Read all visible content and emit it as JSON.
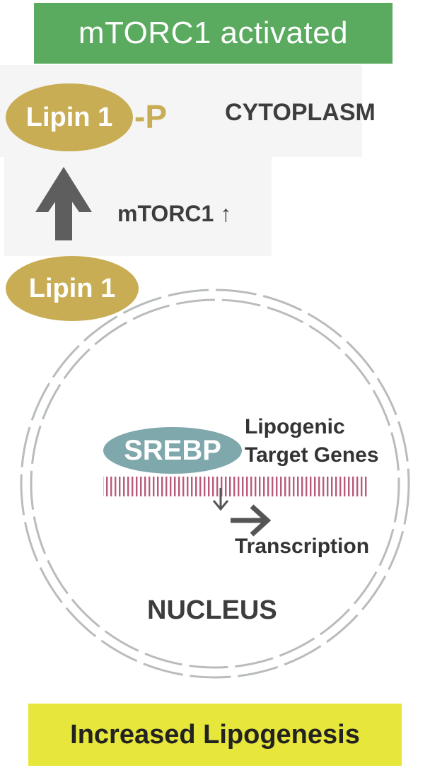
{
  "banner": {
    "text": "mTORC1 activated",
    "color": "#5aaa5f"
  },
  "phosphorylated": {
    "protein": "Lipin 1",
    "suffix": "-P"
  },
  "compartments": {
    "cytoplasm": "CYTOPLASM",
    "nucleus": "NUCLEUS"
  },
  "regulation": {
    "label": "mTORC1 ↑",
    "arrow_icon": "up-arrow-icon"
  },
  "unphosphorylated": {
    "protein": "Lipin 1"
  },
  "nucleus": {
    "factor": "SREBP",
    "genes_line1": "Lipogenic",
    "genes_line2": "Target Genes",
    "process": "Transcription"
  },
  "outcome": {
    "text": "Increased Lipogenesis",
    "color": "#e7e63a"
  },
  "colors": {
    "lipin": "#c9ad55",
    "srebp": "#7fa8ac",
    "dna": "#b85a7a",
    "arrow": "#5e5e5e",
    "membrane": "#b9bcbc"
  }
}
